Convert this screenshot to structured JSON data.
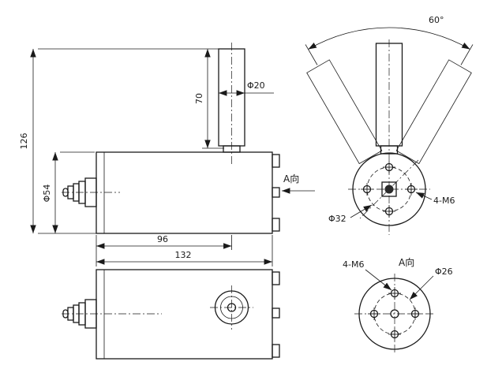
{
  "views": {
    "side": {
      "dim_total_height": "126",
      "dim_rod_length": "70",
      "dim_rod_diameter": "Φ20",
      "dim_body_diameter": "Φ54",
      "dim_length_to_rod_center": "96",
      "dim_length_overall": "132",
      "view_arrow_label": "A向"
    },
    "front": {
      "dim_swing_angle": "60°",
      "dim_bolt_holes": "4-M6",
      "dim_circle": "Φ32"
    },
    "a_view": {
      "view_title": "A向",
      "dim_bolt_holes": "4-M6",
      "dim_bolt_circle": "Φ26"
    }
  },
  "colors": {
    "line": "#1a1a1a",
    "background": "#ffffff"
  }
}
